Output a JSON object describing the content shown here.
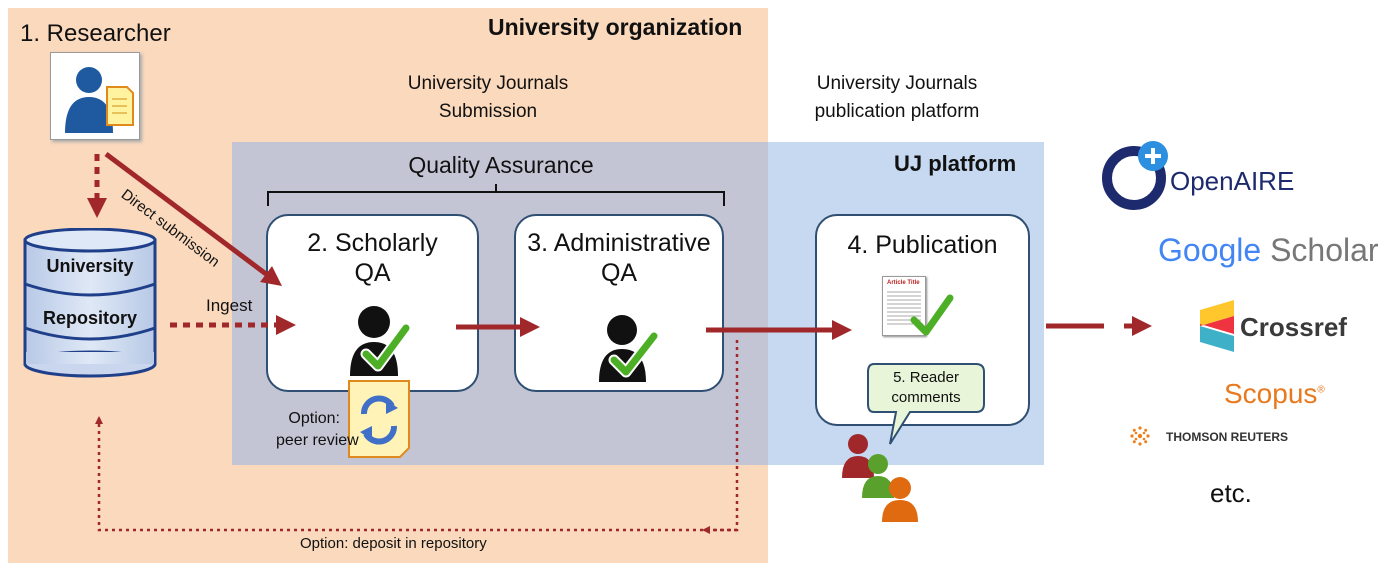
{
  "regions": {
    "university_org": "University organization",
    "uj_platform": "UJ platform"
  },
  "headers": {
    "submission": [
      "University Journals",
      "Submission"
    ],
    "publication_platform": [
      "University Journals",
      "publication platform"
    ],
    "quality_assurance": "Quality Assurance"
  },
  "researcher": {
    "label": "1. Researcher"
  },
  "repository": {
    "line1": "University",
    "line2": "Repository"
  },
  "edges": {
    "direct_submission": "Direct submission",
    "ingest": "Ingest",
    "deposit": "Option: deposit in repository"
  },
  "steps": {
    "scholarly": [
      "2. Scholarly",
      "QA"
    ],
    "administrative": [
      "3. Administrative",
      "QA"
    ],
    "publication": "4. Publication",
    "reader_comments": [
      "5. Reader",
      "comments"
    ],
    "peer_review": [
      "Option:",
      "peer review"
    ]
  },
  "article_thumbnail": "Article Title",
  "indexers": {
    "openaire": "OpenAIRE",
    "google_scholar": [
      "Google",
      "Scholar"
    ],
    "crossref": "Crossref",
    "scopus": "Scopus",
    "thomson_reuters": "THOMSON REUTERS",
    "etc": "etc."
  },
  "colors": {
    "arrow": "#a0282b",
    "university_bg": "#fad9bd",
    "qa_bg": "#c3c5d4",
    "uj_bg": "#c6d9f1",
    "box_border": "#2f4f73",
    "check": "#4caf26"
  },
  "icons": [
    "person-document-icon",
    "database-icon",
    "user-check-icon",
    "review-cycle-icon",
    "document-check-icon",
    "readers-icon"
  ]
}
